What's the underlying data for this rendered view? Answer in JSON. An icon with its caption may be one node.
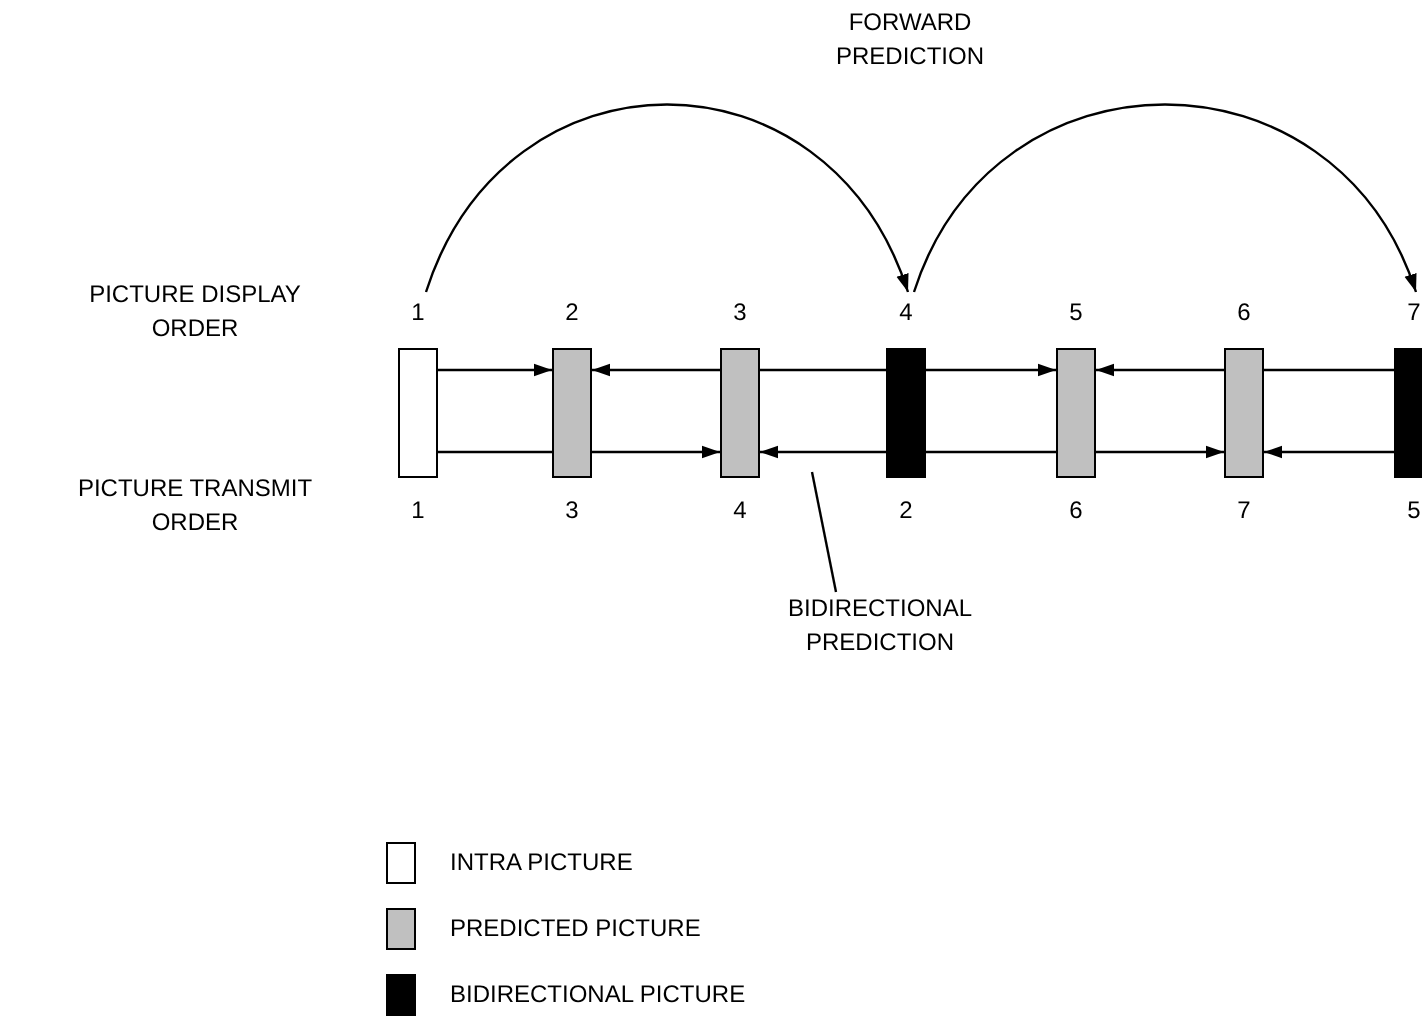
{
  "diagram": {
    "nodes": [
      {
        "text": [
          "1",
          "1"
        ]
      },
      {
        "text": [
          "2",
          "3"
        ]
      },
      {
        "text": [
          "3",
          "4"
        ]
      },
      {
        "text": [
          "4",
          "2"
        ]
      },
      {
        "text": [
          "5",
          "6"
        ]
      },
      {
        "text": [
          "6",
          "7"
        ]
      },
      {
        "text": [
          "7",
          "5"
        ]
      },
      {
        "text": [
          "BIDIRECTIONAL PREDICTION"
        ]
      }
    ],
    "edges": [
      {
        "from": 0,
        "to": 1,
        "arrow": "to"
      },
      {
        "from": 2,
        "to": 1,
        "arrow": "to"
      },
      {
        "from": 3,
        "to": 2,
        "arrow": "none"
      },
      {
        "from": 3,
        "to": 4,
        "arrow": "to"
      },
      {
        "from": 5,
        "to": 4,
        "arrow": "to"
      },
      {
        "from": 6,
        "to": 5,
        "arrow": "none"
      },
      {
        "from": 0,
        "to": 1,
        "arrow": "none"
      },
      {
        "from": 1,
        "to": 2,
        "arrow": "to"
      },
      {
        "from": 3,
        "to": 2,
        "arrow": "to"
      },
      {
        "from": 3,
        "to": 4,
        "arrow": "none"
      },
      {
        "from": 4,
        "to": 5,
        "arrow": "to"
      },
      {
        "from": 6,
        "to": 5,
        "arrow": "to"
      },
      {
        "from": 0,
        "to": 3,
        "arrow": "to"
      },
      {
        "from": 3,
        "to": 6,
        "arrow": "to"
      },
      {
        "from": 7,
        "to": null,
        "arrow": "none"
      }
    ],
    "labels": [
      "FORWARD PREDICTION",
      "PICTURE DISPLAY ORDER",
      "PICTURE TRANSMIT ORDER"
    ],
    "legend": [
      {
        "text": "INTRA PICTURE",
        "color": "#ffffff"
      },
      {
        "text": "PREDICTED PICTURE",
        "color": "#c0c0c0"
      },
      {
        "text": "BIDIRECTIONAL PICTURE",
        "color": "#000000"
      }
    ]
  }
}
